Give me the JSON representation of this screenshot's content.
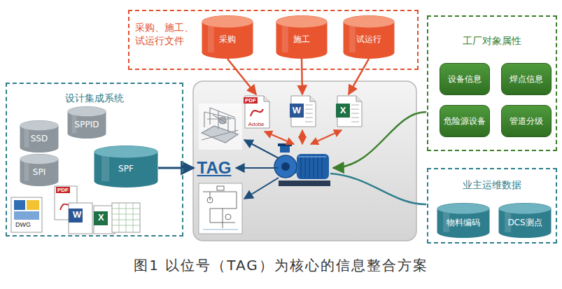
{
  "diagram": {
    "caption": "图1 以位号（TAG）为核心的信息整合方案",
    "nodes": [
      {
        "text": [
          "采购、施工、试运行文件"
        ]
      },
      {
        "text": [
          "采购"
        ],
        "in": 0
      },
      {
        "text": [
          "施工"
        ],
        "in": 0
      },
      {
        "text": [
          "试运行"
        ],
        "in": 0
      },
      {
        "text": [
          "设计集成系统"
        ]
      },
      {
        "text": [
          "SSD"
        ],
        "in": 4
      },
      {
        "text": [
          "SPPID"
        ],
        "in": 4
      },
      {
        "text": [
          "SPI"
        ],
        "in": 4
      },
      {
        "text": [
          "SPF"
        ],
        "in": 4
      },
      {
        "text": [
          "TAG"
        ]
      },
      {
        "text": [
          "PDF",
          "Adobe"
        ]
      },
      {
        "text": [
          "W"
        ]
      },
      {
        "text": [
          "X"
        ]
      },
      {
        "text": [
          "工厂对象属性"
        ]
      },
      {
        "text": [
          "设备信息"
        ],
        "in": 13
      },
      {
        "text": [
          "焊点信息"
        ],
        "in": 13
      },
      {
        "text": [
          "危险源设备"
        ],
        "in": 13
      },
      {
        "text": [
          "管道分级"
        ],
        "in": 13
      },
      {
        "text": [
          "业主运维数据"
        ]
      },
      {
        "text": [
          "物料编码"
        ],
        "in": 18
      },
      {
        "text": [
          "DCS测点"
        ],
        "in": 18
      }
    ],
    "edges": [
      {
        "from": 8,
        "to": 9,
        "arrow": "to"
      },
      {
        "from": 1,
        "to": 10,
        "arrow": "to"
      },
      {
        "from": 2,
        "to": 11,
        "arrow": "to"
      },
      {
        "from": 3,
        "to": 12,
        "arrow": "to"
      }
    ],
    "labels": [
      "DWG",
      "PDF",
      "W",
      "X"
    ]
  }
}
